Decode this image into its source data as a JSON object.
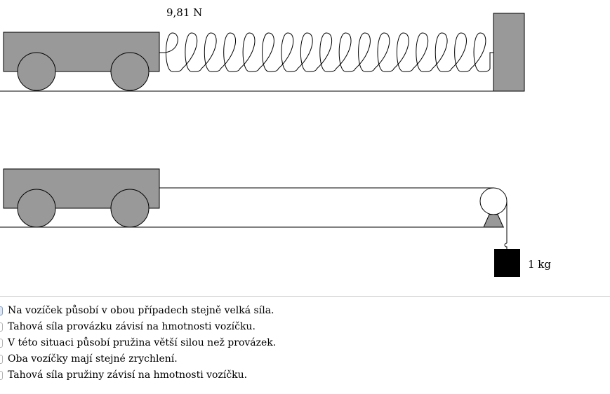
{
  "figure": {
    "spring_force_label": "9,81 N",
    "weight_mass_label": "1 kg",
    "colors": {
      "body": "#999999",
      "outline": "#000000",
      "weight": "#000000",
      "pulley": "#ffffff"
    }
  },
  "options": [
    {
      "label": "Na vozíček působí v obou případech stejně velká síla.",
      "focused": true
    },
    {
      "label": "Tahová síla provázku závisí na hmotnosti vozíčku.",
      "focused": false
    },
    {
      "label": "V této situaci působí pružina větší silou než provázek.",
      "focused": false
    },
    {
      "label": "Oba vozíčky mají stejné zrychlení.",
      "focused": false
    },
    {
      "label": "Tahová síla pružiny závisí na hmotnosti vozíčku.",
      "focused": false
    }
  ]
}
